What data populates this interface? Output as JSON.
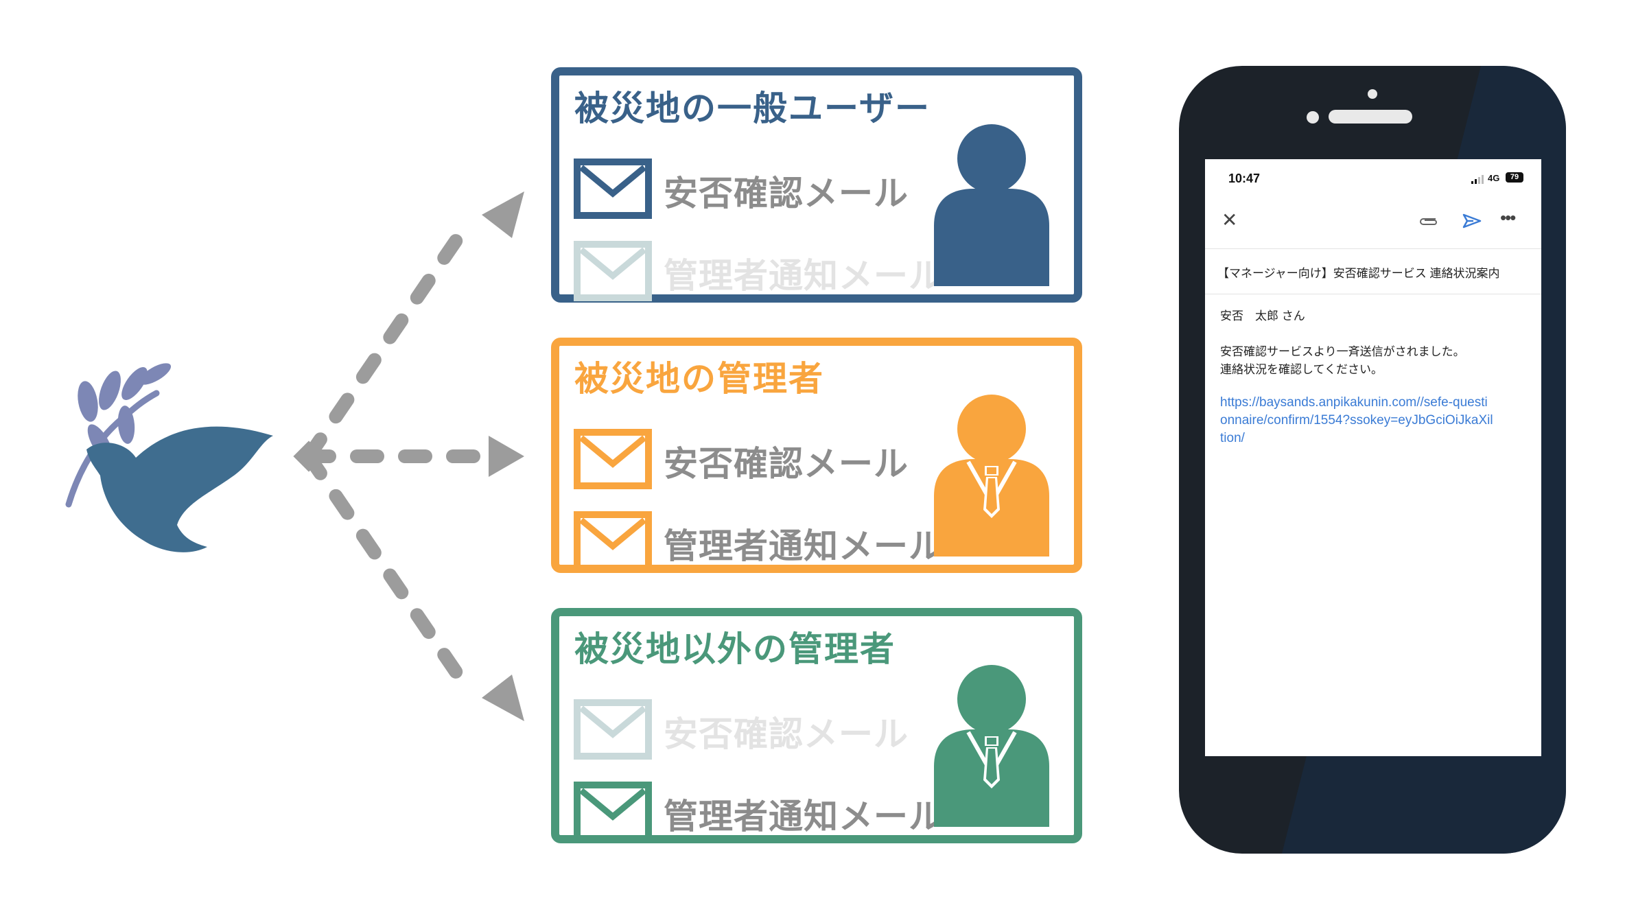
{
  "cards": [
    {
      "title": "被災地の一般ユーザー",
      "color": "#396189",
      "mails": [
        {
          "label": "安否確認メール",
          "active": true
        },
        {
          "label": "管理者通知メール",
          "active": false
        }
      ],
      "person": "user-silhouette"
    },
    {
      "title": "被災地の管理者",
      "color": "#f9a53e",
      "mails": [
        {
          "label": "安否確認メール",
          "active": true
        },
        {
          "label": "管理者通知メール",
          "active": true
        }
      ],
      "person": "manager-silhouette"
    },
    {
      "title": "被災地以外の管理者",
      "color": "#4a987a",
      "mails": [
        {
          "label": "安否確認メール",
          "active": false
        },
        {
          "label": "管理者通知メール",
          "active": true
        }
      ],
      "person": "manager-silhouette"
    }
  ],
  "colors": {
    "arrow": "#9c9c9c",
    "dove": "#3f6d8f",
    "branch": "#7d87b5",
    "inactive_envelope": "#c9d9da",
    "link": "#3a7bd5"
  },
  "phone": {
    "status": {
      "time": "10:47",
      "network": "4G",
      "battery": "79"
    },
    "subject": "【マネージャー向け】安否確認サービス 連絡状況案内",
    "greeting": "安否　太郎 さん",
    "body_line1": "安否確認サービスより一斉送信がされました。",
    "body_line2": "連絡状況を確認してください。",
    "link_line1": "https://baysands.anpikakunin.com//sefe-questi",
    "link_line2": "onnaire/confirm/1554?ssokey=eyJbGciOiJkaXil",
    "link_line3": "tion/"
  }
}
